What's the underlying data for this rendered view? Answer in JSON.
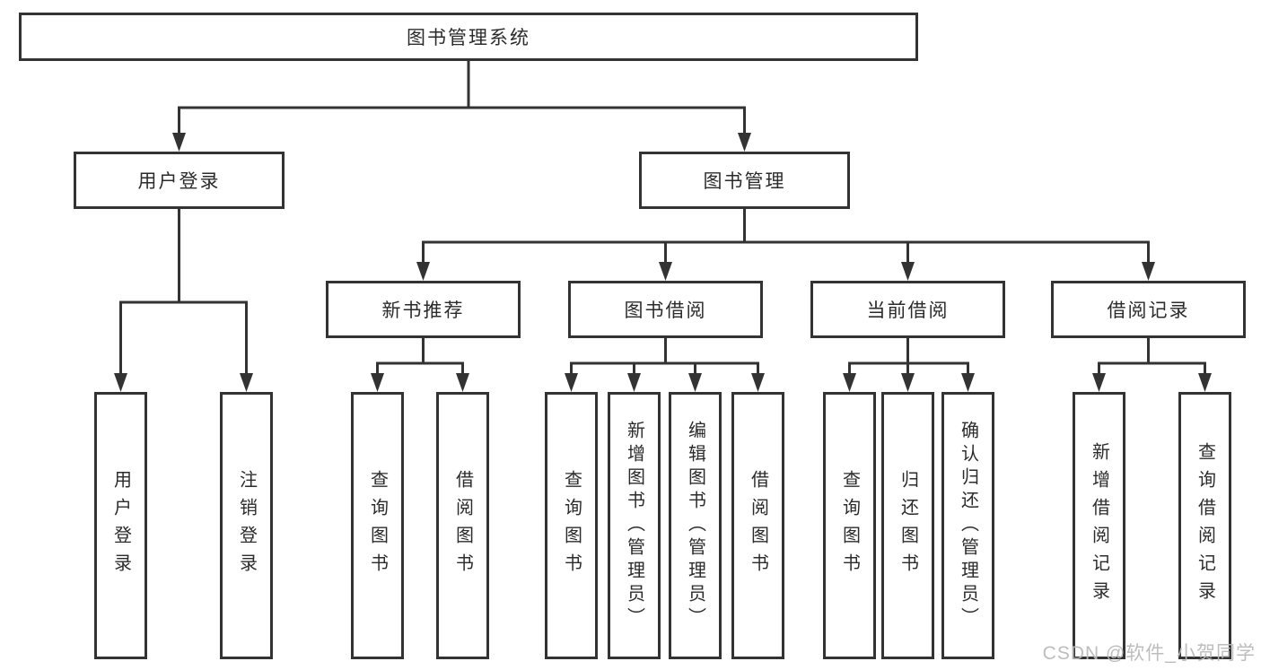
{
  "tree": {
    "root": "图书管理系统",
    "branches": [
      {
        "label": "用户登录",
        "children": [
          "用户登录",
          "注销登录"
        ]
      },
      {
        "label": "图书管理",
        "sections": [
          {
            "label": "新书推荐",
            "children": [
              "查询图书",
              "借阅图书"
            ]
          },
          {
            "label": "图书借阅",
            "children": [
              "查询图书",
              "新增图书（管理员）",
              "编辑图书（管理员）",
              "借阅图书"
            ]
          },
          {
            "label": "当前借阅",
            "children": [
              "查询图书",
              "归还图书",
              "确认归还（管理员）"
            ]
          },
          {
            "label": "借阅记录",
            "children": [
              "新增借阅记录",
              "查询借阅记录"
            ]
          }
        ]
      }
    ]
  },
  "watermark": "CSDN @软件_小贺同学",
  "colors": {
    "line": "#333333",
    "box_border": "#333333",
    "box_background": "#ffffff",
    "text": "#2b2b2b",
    "watermark_text": "#b9b9b9"
  }
}
